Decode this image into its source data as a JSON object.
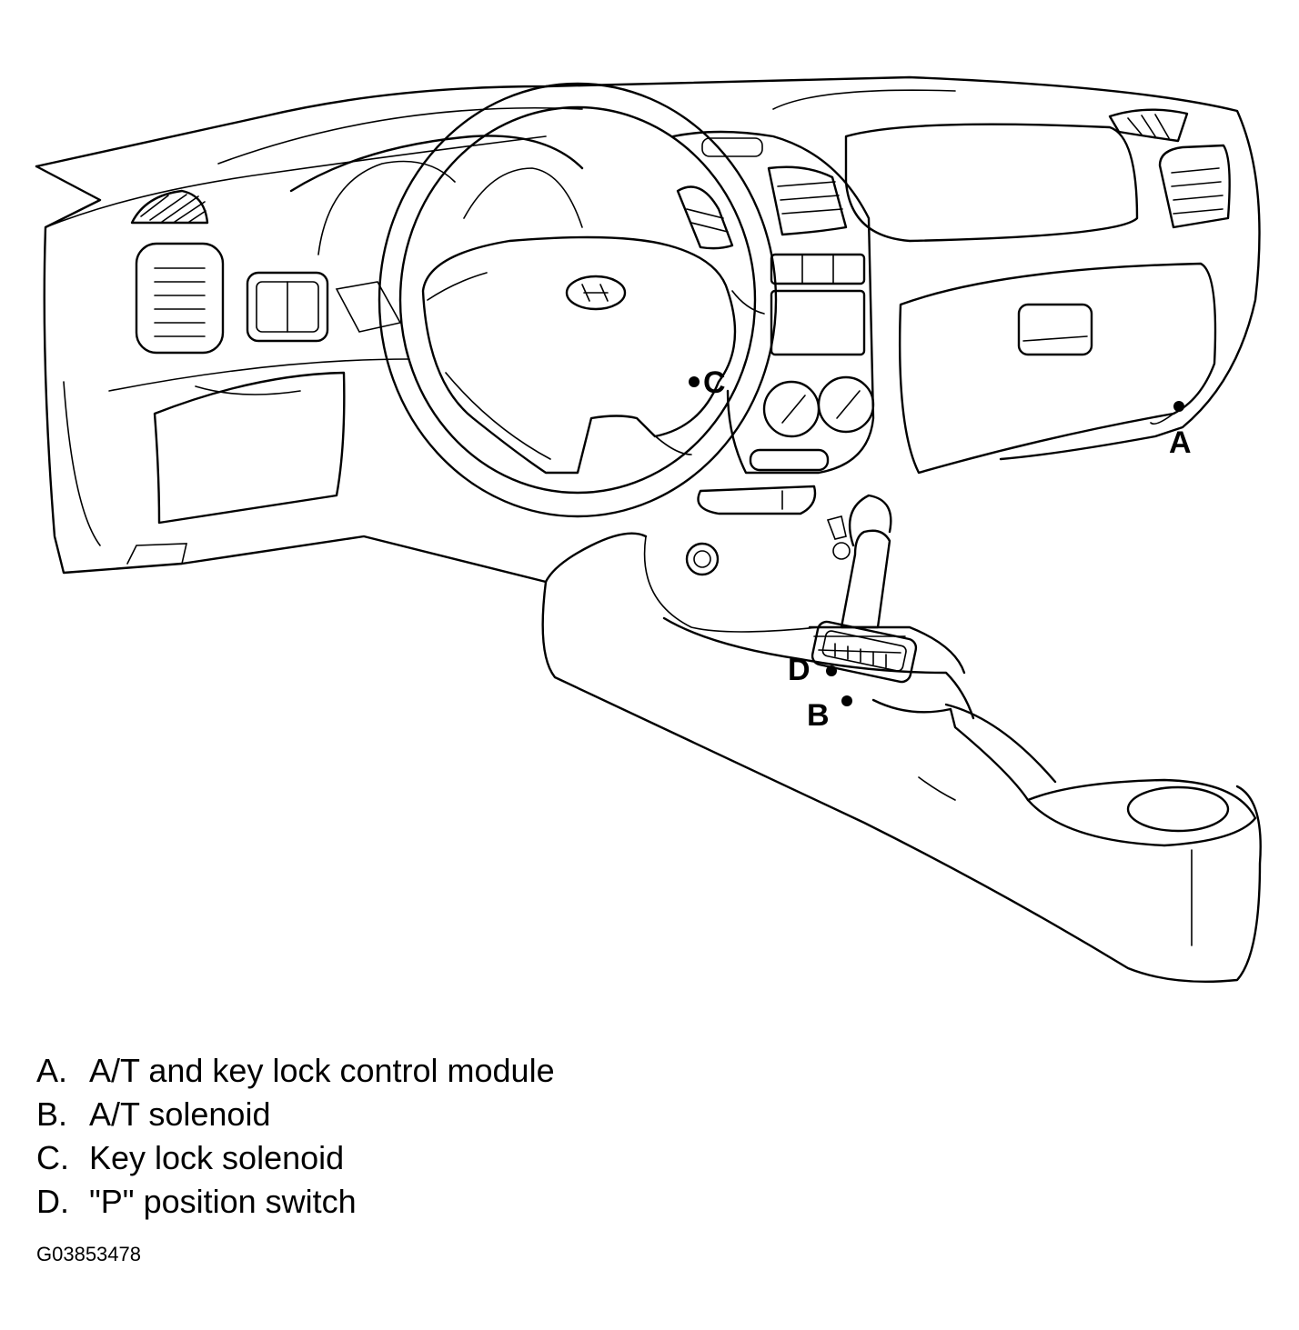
{
  "callouts": {
    "a": "A",
    "b": "B",
    "c": "C",
    "d": "D"
  },
  "legend": [
    {
      "letter": "A.",
      "text": "A/T and key lock control module"
    },
    {
      "letter": "B.",
      "text": "A/T solenoid"
    },
    {
      "letter": "C.",
      "text": "Key lock solenoid"
    },
    {
      "letter": "D.",
      "text": "\"P\" position switch"
    }
  ],
  "figure_id": "G03853478"
}
